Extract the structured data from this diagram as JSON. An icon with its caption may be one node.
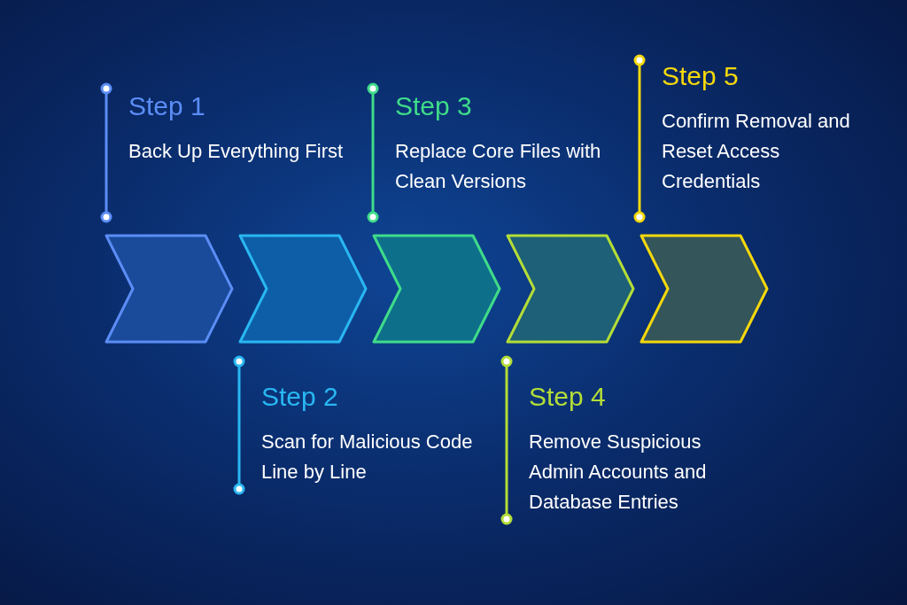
{
  "diagram": {
    "nodes": [
      {
        "text": [
          "Step 1",
          "Back Up Everything First"
        ]
      },
      {
        "text": [
          "Step 2",
          "Scan for Malicious Code Line by Line"
        ]
      },
      {
        "text": [
          "Step 3",
          "Replace Core Files with Clean Versions"
        ]
      },
      {
        "text": [
          "Step 4",
          "Remove Suspicious Admin Accounts and Database Entries"
        ]
      },
      {
        "text": [
          "Step 5",
          "Confirm Removal and Reset Access Credentials"
        ]
      },
      {
        "text": [],
        "shape": "chevron"
      },
      {
        "text": [],
        "shape": "chevron"
      },
      {
        "text": [],
        "shape": "chevron"
      },
      {
        "text": [],
        "shape": "chevron"
      },
      {
        "text": [],
        "shape": "chevron"
      }
    ]
  }
}
